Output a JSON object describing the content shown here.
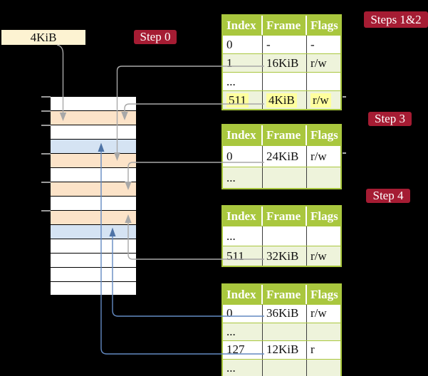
{
  "colors": {
    "background": "#000000",
    "badge_bg": "#a51c33",
    "badge_text": "#ffffff",
    "table_header_green": "#a9c73e",
    "table_row_green": "#eef3db",
    "highlight_yellow": "#ffff9e",
    "frame_box_cream": "#fdf3d2",
    "memory_peach": "#fce3c8",
    "memory_blue": "#d5e3f3",
    "connector_gray": "#a8a8a8",
    "connector_blue": "#638ac2"
  },
  "labels": {
    "frame_box": "4KiB",
    "step0": "Step 0",
    "steps12": "Steps 1&2",
    "step3": "Step 3",
    "step4": "Step 4"
  },
  "memory": {
    "row_colors": [
      "white",
      "peach",
      "white",
      "blue",
      "peach",
      "white",
      "peach",
      "white",
      "peach",
      "blue",
      "white",
      "white",
      "white",
      "white"
    ]
  },
  "tables": [
    {
      "id": "steps-1-2",
      "headers": [
        "Index",
        "Frame",
        "Flags"
      ],
      "rows": [
        {
          "cells": [
            "0",
            "-",
            "-"
          ]
        },
        {
          "cells": [
            "1",
            "16KiB",
            "r/w"
          ]
        },
        {
          "cells": [
            "...",
            "",
            ""
          ]
        },
        {
          "cells": [
            "511",
            "4KiB",
            "r/w"
          ],
          "highlighted": true
        }
      ]
    },
    {
      "id": "step-3",
      "headers": [
        "Index",
        "Frame",
        "Flags"
      ],
      "rows": [
        {
          "cells": [
            "0",
            "24KiB",
            "r/w"
          ]
        },
        {
          "cells": [
            "...",
            "",
            ""
          ]
        }
      ]
    },
    {
      "id": "step-4",
      "headers": [
        "Index",
        "Frame",
        "Flags"
      ],
      "rows": [
        {
          "cells": [
            "...",
            "",
            ""
          ]
        },
        {
          "cells": [
            "511",
            "32KiB",
            "r/w"
          ]
        }
      ]
    },
    {
      "id": "final-table",
      "headers": [
        "Index",
        "Frame",
        "Flags"
      ],
      "rows": [
        {
          "cells": [
            "0",
            "36KiB",
            "r/w"
          ]
        },
        {
          "cells": [
            "...",
            "",
            ""
          ]
        },
        {
          "cells": [
            "127",
            "12KiB",
            "r"
          ]
        },
        {
          "cells": [
            "...",
            "",
            ""
          ]
        }
      ]
    }
  ]
}
